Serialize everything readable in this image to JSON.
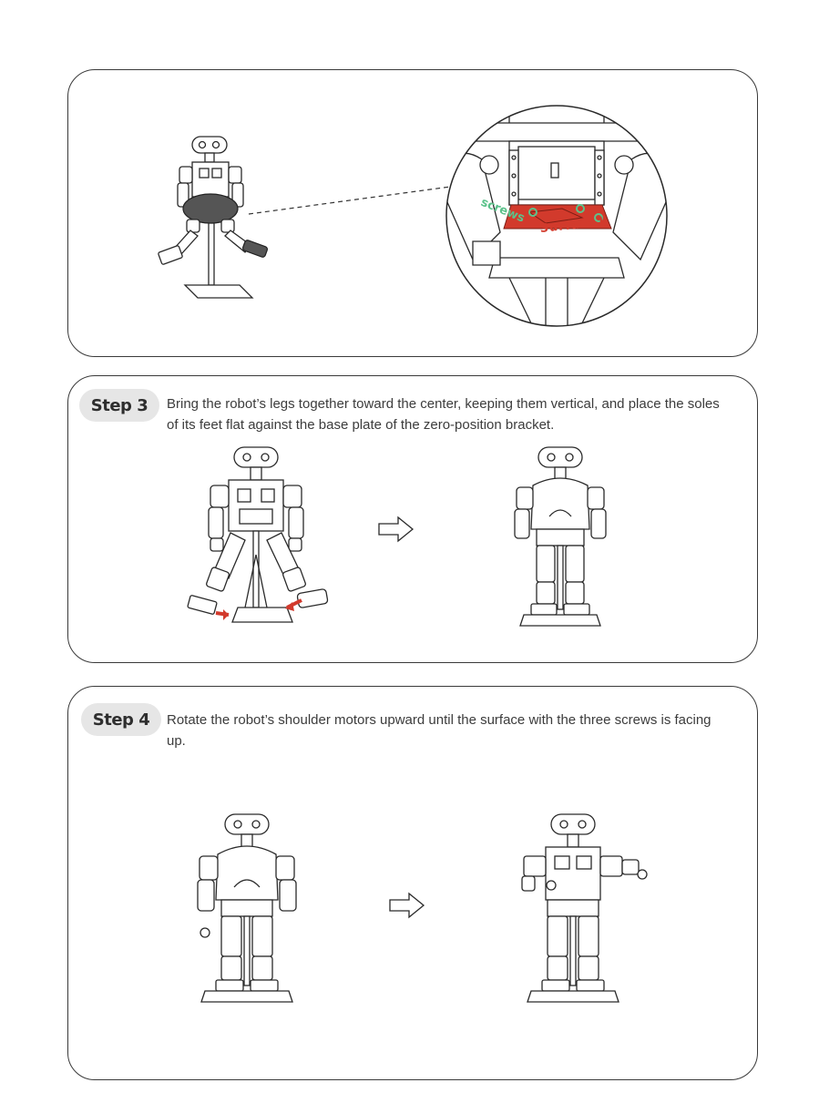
{
  "panel1": {
    "callout": {
      "screws_label": "screws",
      "surface_label": "Surface1",
      "highlight_color": "#d23a2c",
      "screws_color": "#5cc28b"
    }
  },
  "step3": {
    "badge": "Step 3",
    "text": "Bring the robot’s legs together toward the center, keeping them vertical, and place the soles of its feet flat against the base plate of the zero-position bracket.",
    "arrow_color": "#d23a2c"
  },
  "step4": {
    "badge": "Step 4",
    "text": "Rotate the robot’s shoulder motors upward until the surface with the three screws is facing up."
  },
  "icons": {
    "next": "arrow-right-outline-icon"
  }
}
